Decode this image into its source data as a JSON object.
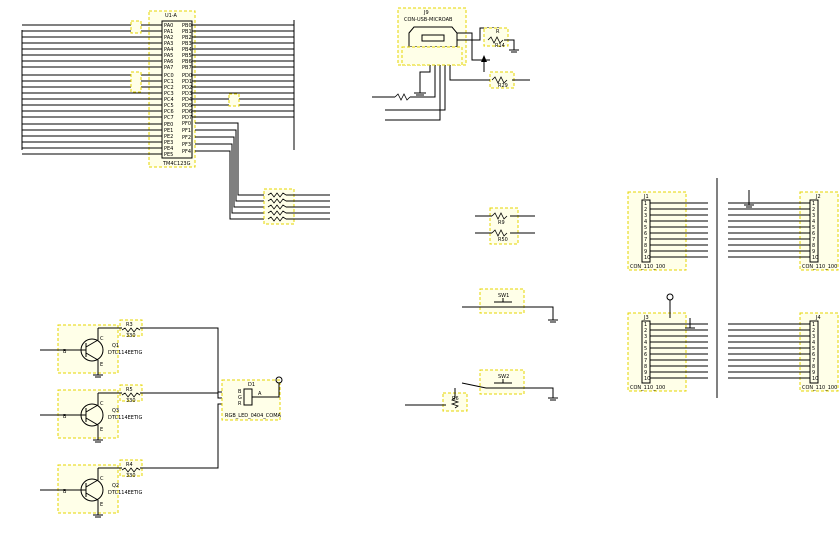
{
  "mcu": {
    "designator": "U1-A",
    "part": "TM4C123G",
    "left_pins": [
      "PA0",
      "PA1",
      "PA2",
      "PA3",
      "PA4",
      "PA5",
      "PA6",
      "PA7",
      "PC0",
      "PC1",
      "PC2",
      "PC3",
      "PC4",
      "PC5",
      "PC6",
      "PC7",
      "PE0",
      "PE1",
      "PE2",
      "PE3",
      "PE4",
      "PE5"
    ],
    "right_pins": [
      "PB0",
      "PB1",
      "PB2",
      "PB3",
      "PB4",
      "PB5",
      "PB6",
      "PB7",
      "PD0",
      "PD1",
      "PD2",
      "PD3",
      "PD4",
      "PD5",
      "PD6",
      "PD7",
      "PF0",
      "PF1",
      "PF2",
      "PF3",
      "PF4"
    ]
  },
  "usb": {
    "designator": "J9",
    "part": "CON-USB-MICROAB",
    "r_top": "R",
    "r_top_value": "R14",
    "r_mid": "R29"
  },
  "rgb": {
    "designator": "D1",
    "part": "RGB_LED_0404_COMA",
    "pins": [
      "B",
      "G",
      "R",
      "A"
    ]
  },
  "transistors": [
    {
      "ref": "Q1",
      "part": "DTC114EETIG",
      "resistor": "R3",
      "r_value": "330"
    },
    {
      "ref": "Q3",
      "part": "DTC114EETIG",
      "resistor": "R5",
      "r_value": "330"
    },
    {
      "ref": "Q2",
      "part": "DTC114EETIG",
      "resistor": "R4",
      "r_value": "330"
    }
  ],
  "transistor_pins": {
    "b": "B",
    "c": "C",
    "e": "E"
  },
  "switches": [
    {
      "ref": "SW1"
    },
    {
      "ref": "SW2",
      "resistor": "R6"
    }
  ],
  "mid_resistors": [
    "R9",
    "R50"
  ],
  "headers": [
    {
      "ref": "J1",
      "part": "CON_110_100"
    },
    {
      "ref": "J2",
      "part": "CON_110_100"
    },
    {
      "ref": "J3",
      "part": "CON_110_100"
    },
    {
      "ref": "J4",
      "part": "CON_110_100"
    }
  ],
  "header_pin_numbers": [
    "1",
    "2",
    "3",
    "4",
    "5",
    "6",
    "7",
    "8",
    "9",
    "10"
  ],
  "colors": {
    "wire": "#000000",
    "net_label": "#1a1acc",
    "part_outline": "#e6d400",
    "part_fill": "#ffffe8"
  }
}
